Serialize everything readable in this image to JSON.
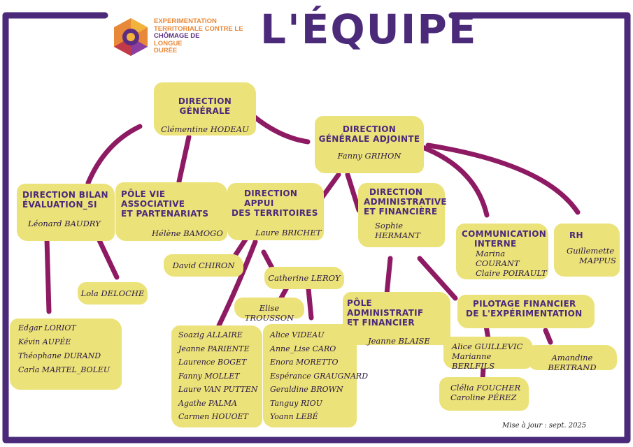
{
  "logo": {
    "line1": "EXPERIMENTATION",
    "line2": "TERRITORIALE CONTRE LE",
    "line3": "CHÔMAGE DE",
    "line4": "LONGUE",
    "line5": "DURÉE"
  },
  "title": "L'ÉQUIPE",
  "boxes": {
    "dg": {
      "title": "DIRECTION GÉNÉRALE",
      "name": "Clémentine HODEAU"
    },
    "dga": {
      "title1": "DIRECTION",
      "title2": "GÉNÉRALE ADJOINTE",
      "name": "Fanny GRIHON"
    },
    "bilan": {
      "title1": "DIRECTION BILAN",
      "title2": "ÉVALUATION_SI",
      "name": "Léonard BAUDRY"
    },
    "pole_vie": {
      "title1": "PÔLE VIE ASSOCIATIVE",
      "title2": "ET PARTENARIATS",
      "name": "Hélène BAMOGO"
    },
    "appui": {
      "title1": "DIRECTION APPUI",
      "title2": "DES TERRITOIRES",
      "name": "Laure BRICHET"
    },
    "admin": {
      "title1": "DIRECTION",
      "title2": "ADMINISTRATIVE",
      "title3": "ET FINANCIÈRE",
      "name": "Sophie HERMANT"
    },
    "com": {
      "title1": "COMMUNICATION",
      "title2": "INTERNE",
      "name1": "Marina COURANT",
      "name2": "Claire POIRAULT"
    },
    "rh": {
      "title": "RH",
      "name1": "Guillemette",
      "name2": "MAPPUS"
    },
    "lola": {
      "name": "Lola DELOCHE"
    },
    "david": {
      "name": "David CHIRON"
    },
    "catherine": {
      "name": "Catherine LEROY"
    },
    "elise": {
      "name": "Elise TROUSSON"
    },
    "pole_admin": {
      "title1": "PÔLE ADMINISTRATIF",
      "title2": "ET FINANCIER",
      "name": "Jeanne BLAISE"
    },
    "pilotage": {
      "title1": "PILOTAGE FINANCIER",
      "title2": "DE L'EXPÉRIMENTATION"
    },
    "alice_g": {
      "name1": "Alice GUILLEVIC",
      "name2": "Marianne BERLFILS"
    },
    "amandine": {
      "name": "Amandine BERTRAND"
    },
    "clelia": {
      "name1": "Clélia FOUCHER",
      "name2": "Caroline PÉREZ"
    }
  },
  "team_bilan": [
    "Edgar LORIOT",
    "Kévin AUPÉE",
    "Théophane DURAND",
    "Carla MARTEL_BOLEU"
  ],
  "team_appui_left": [
    "Soazig ALLAIRE",
    "Jeanne PARIENTE",
    "Laurence BOGET",
    "Fanny MOLLET",
    "Laure VAN PUTTEN",
    "Agathe PALMA",
    "Carmen HOUOET"
  ],
  "team_appui_right": [
    "Alice VIDEAU",
    "Anne_Lise CARO",
    "Enora MORETTO",
    "Espérance GRAUGNARD",
    "Geraldine BROWN",
    "Tanguy RIOU",
    "Yoann LEBÉ"
  ],
  "update": "Mise à jour : sept. 2025",
  "colors": {
    "frame": "#4b2a7a",
    "box": "#ece27a",
    "link": "#8e1a63",
    "logo_orange": "#e8893a",
    "logo_purple": "#5b2d82"
  }
}
